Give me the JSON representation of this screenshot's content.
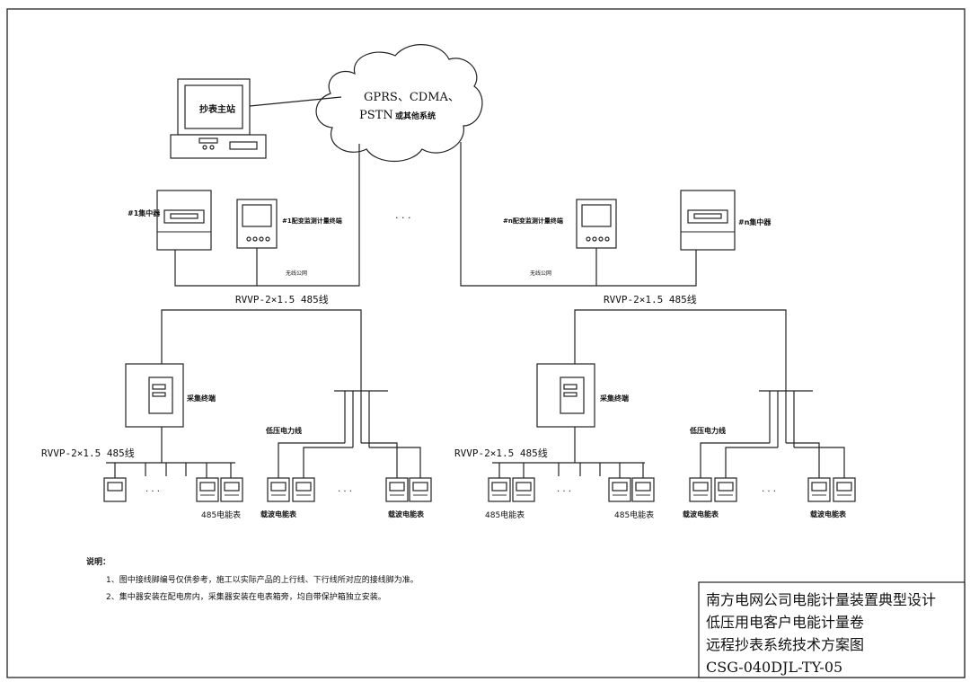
{
  "network": {
    "line1": "GPRS、CDMA、",
    "line2": "PSTN",
    "line2_suffix": "或其他系统"
  },
  "master_station": "抄表主站",
  "ellipsis": "· · ·",
  "left_group": {
    "concentrator": "#1集中器",
    "terminal": "#1配变监测计量终端",
    "wireless": "无线公网",
    "bus": "RVVP-2×1.5 485线",
    "collector": "采集终端",
    "rs485_bus": "RVVP-2×1.5 485线",
    "lv_line": "低压电力线",
    "meter_485": "485电能表",
    "meter_carrier": "载波电能表"
  },
  "right_group": {
    "terminal": "#n配变监测计量终端",
    "concentrator": "#n集中器",
    "wireless": "无线公网",
    "bus": "RVVP-2×1.5 485线",
    "collector": "采集终端",
    "rs485_bus": "RVVP-2×1.5 485线",
    "lv_line": "低压电力线",
    "meter_485_a": "485电能表",
    "meter_485_b": "485电能表",
    "meter_carrier": "载波电能表"
  },
  "notes": {
    "title": "说明：",
    "items": [
      "1、图中接线脚编号仅供参考，施工以实际产品的上行线、下行线所对应的接线脚为准。",
      "2、集中器安装在配电房内，采集器安装在电表箱旁，均自带保护箱独立安装。"
    ]
  },
  "title_block": {
    "line1": "南方电网公司电能计量装置典型设计",
    "line2": "低压用电客户电能计量卷",
    "line3": "远程抄表系统技术方案图",
    "code": "CSG-040DJL-TY-05"
  }
}
